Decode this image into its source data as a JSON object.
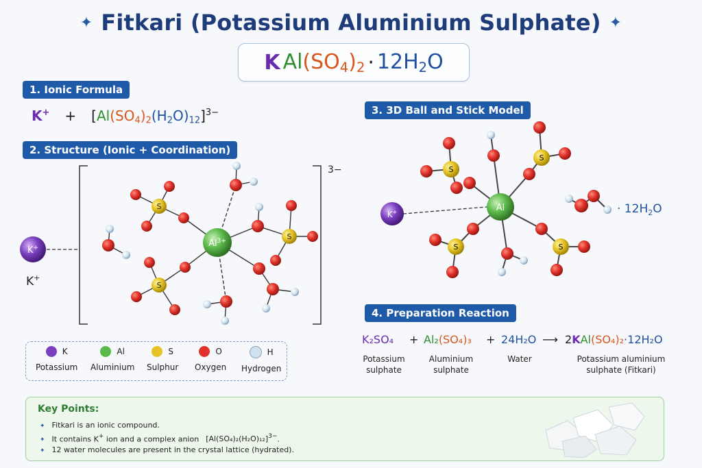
{
  "title": "Fitkari (Potassium Aluminium Sulphate)",
  "title_spark": "✦",
  "formula": {
    "k": "K",
    "al": "Al",
    "open": "(",
    "so": "SO",
    "so_sub": "4",
    "close": ")",
    "close_sub": "2",
    "dot": "·",
    "water": "12H",
    "water_sub": "2",
    "water_o": "O"
  },
  "sections": {
    "s1": "1. Ionic Formula",
    "s2": "2. Structure (Ionic + Coordination)",
    "s3": "3. 3D Ball and Stick Model",
    "s4": "4. Preparation Reaction"
  },
  "ionic_formula": {
    "k": "K",
    "k_charge": "+",
    "plus": "+",
    "lbr": "[",
    "al": "Al",
    "paren1": "(",
    "so": "SO",
    "so_sub": "4",
    "paren2": ")",
    "sub2": "2",
    "paren3": "(",
    "h": "H",
    "h_sub": "2",
    "o": "O",
    "paren4": ")",
    "sub12": "12",
    "rbr": "]",
    "charge": "3−"
  },
  "structure": {
    "bracket_charge": "3−",
    "k_label": "K",
    "k_sup": "+",
    "below_label": "K",
    "below_sup": "+",
    "al_label": "Al",
    "al_sup": "3+",
    "s_label": "S"
  },
  "model3d": {
    "k_label": "K",
    "k_sup": "+",
    "al_label": "Al",
    "s_label": "S",
    "water_label": "· 12H",
    "water_sub": "2",
    "water_o": "O"
  },
  "legend": [
    {
      "symbol": "K",
      "name": "Potassium",
      "color": "#7b3fbf"
    },
    {
      "symbol": "Al",
      "name": "Aluminium",
      "color": "#5bb84a"
    },
    {
      "symbol": "S",
      "name": "Sulphur",
      "color": "#e6c425"
    },
    {
      "symbol": "O",
      "name": "Oxygen",
      "color": "#e0322a"
    },
    {
      "symbol": "H",
      "name": "Hydrogen",
      "color": "#cfe0ee"
    }
  ],
  "reaction": {
    "r1": "K₂SO₄",
    "plus1": "+",
    "r2a": "Al₂",
    "r2b": "(SO₄)₃",
    "plus2": "+",
    "r3": "24H₂O",
    "arrow": "⟶",
    "p_coef": "2",
    "p_k": "K",
    "p_al": "Al",
    "p_so": "(SO₄)₂",
    "p_w": "·12H₂O",
    "l1": "Potassium\nsulphate",
    "l2": "Aluminium\nsulphate",
    "l3": "Water",
    "l4": "Potassium aluminium\nsulphate (Fitkari)"
  },
  "key_points": {
    "title": "Key Points:",
    "bullet": "✦",
    "p1": "Fitkari is an ionic compound.",
    "p2a": "It contains K",
    "p2b": "+",
    "p2c": " ion and a complex anion",
    "p2d": "[Al(SO₄)₂(H₂O)₁₂]",
    "p2e": "3−",
    "p2f": ".",
    "p3": "12 water molecules are present in the crystal lattice (hydrated)."
  },
  "colors": {
    "k": "#7b3fbf",
    "al": "#5bb84a",
    "s": "#e6c425",
    "o": "#e0322a",
    "h": "#cfe0ee",
    "accent": "#1f5aa8"
  }
}
